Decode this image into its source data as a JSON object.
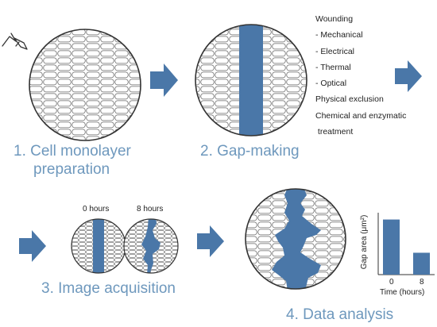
{
  "steps": {
    "step1_line1": "1. Cell monolayer",
    "step1_line2": "preparation",
    "step2": "2. Gap-making",
    "step3": "3. Image acquisition",
    "step4": "4. Data analysis"
  },
  "methods": [
    "Wounding",
    "- Mechanical",
    "- Electrical",
    "- Thermal",
    "- Optical",
    "Physical exclusion",
    "Chemical and enzymatic",
    " treatment"
  ],
  "acquisition": {
    "time_left": "0 hours",
    "time_right": "8 hours"
  },
  "chart_data": {
    "type": "bar",
    "categories": [
      "0",
      "8"
    ],
    "values": [
      0.63,
      0.25
    ],
    "xlabel": "Time (hours)",
    "ylabel": "Gap area (μm²)"
  },
  "colors": {
    "accent": "#4a77a8",
    "label": "#6e98bd",
    "cell_outline": "#666666"
  }
}
